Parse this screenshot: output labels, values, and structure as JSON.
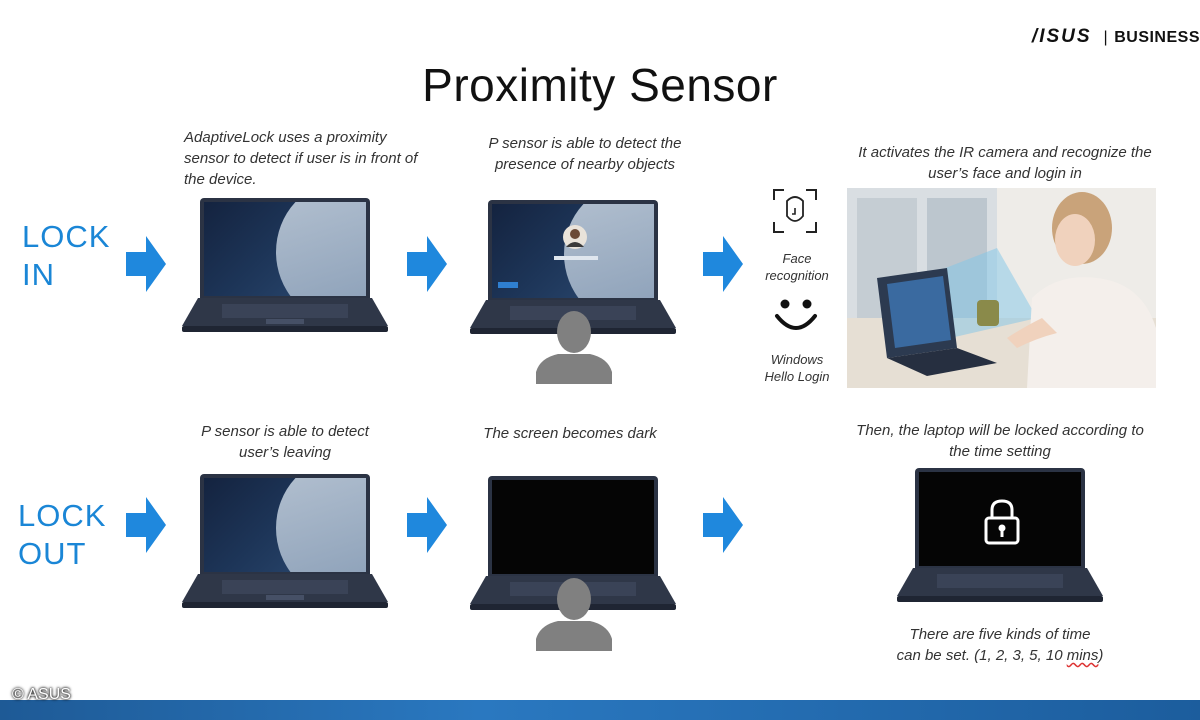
{
  "brand": {
    "logo": "/ISUS",
    "separator": "|",
    "division": "BUSINESS"
  },
  "title": "Proximity Sensor",
  "rows": {
    "lock_in": {
      "label_line1": "LOCK",
      "label_line2": "IN"
    },
    "lock_out": {
      "label_line1": "LOCK",
      "label_line2": "OUT"
    }
  },
  "captions": {
    "adaptive_lock": "AdaptiveLock uses a proximity sensor to detect if user is in front of the device.",
    "detect_presence": "P sensor is able to detect the presence of nearby objects",
    "ir_camera": "It activates the IR camera and recognize the user’s face and login in",
    "detect_leaving": "P sensor is able to detect user’s leaving",
    "screen_dark": "The screen becomes dark",
    "locked": "Then, the laptop will be locked according to the time setting",
    "time_kinds_line1": "There are five kinds of time",
    "time_kinds_line2_pre": "can be set. (1, 2, 3, 5, 10 ",
    "time_kinds_line2_unit": "mins",
    "time_kinds_line2_post": ")"
  },
  "face_recognition": {
    "line1": "Face",
    "line2": "recognition"
  },
  "windows_hello": {
    "line1": "Windows",
    "line2": "Hello Login"
  },
  "copyright": "© ASUS",
  "colors": {
    "accent_blue": "#1a86d6",
    "arrow_blue": "#1f88dd",
    "laptop_body": "#2b3344",
    "silhouette": "#808080",
    "bar_blue": "#1e5a96"
  },
  "icons": [
    "arrow-right-icon",
    "face-scan-icon",
    "smiley-icon",
    "person-silhouette-icon",
    "padlock-icon"
  ]
}
